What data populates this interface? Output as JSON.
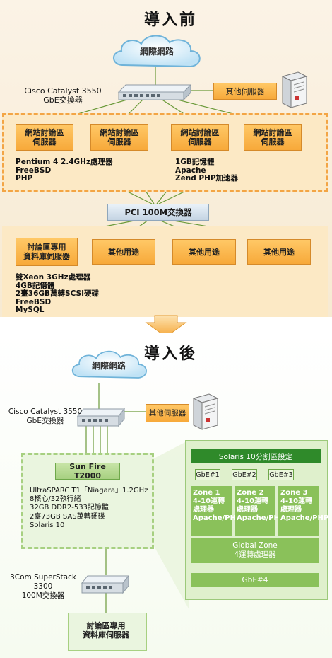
{
  "before": {
    "title": "導入前",
    "internet": "網際網路",
    "switch_label": [
      "Cisco Catalyst 3550",
      "GbE交換器"
    ],
    "other_server": "其他伺服器",
    "web_servers": [
      [
        "網站討論區",
        "伺服器"
      ],
      [
        "網站討論區",
        "伺服器"
      ],
      [
        "網站討論區",
        "伺服器"
      ],
      [
        "網站討論區",
        "伺服器"
      ]
    ],
    "web_specs_left": [
      "Pentium 4 2.4GHz處理器",
      "FreeBSD",
      "PHP"
    ],
    "web_specs_right": [
      "1GB記憶體",
      "Apache",
      "Zend PHP加速器"
    ],
    "pci_switch": "PCI 100M交換器",
    "db_servers": [
      [
        "討論區專用",
        "資料庫伺服器"
      ],
      [
        "其他用途"
      ],
      [
        "其他用途"
      ],
      [
        "其他用途"
      ]
    ],
    "db_specs": [
      "雙Xeon 3GHz處理器",
      "4GB記憶體",
      "2臺36GB萬轉SCSI硬碟",
      "FreeBSD",
      "MySQL"
    ]
  },
  "after": {
    "title": "導入後",
    "internet": "網際網路",
    "switch_label": [
      "Cisco Catalyst 3550",
      "GbE交換器"
    ],
    "other_server": "其他伺服器",
    "sun_box": "Sun Fire T2000",
    "sun_specs": [
      "UltraSPARC T1「Niagara」1.2GHz",
      "8核心/32執行緒",
      "32GB DDR2-533記憶體",
      "2臺73GB SAS萬轉硬碟",
      "Solaris 10"
    ],
    "panel_title": "Solaris 10分割區設定",
    "gbe_ports": [
      "GbE#1",
      "GbE#2",
      "GbE#3"
    ],
    "zones": [
      [
        "Zone 1",
        "4-10運轉",
        "處理器",
        "Apache/PHP"
      ],
      [
        "Zone 2",
        "4-10運轉",
        "處理器",
        "Apache/PHP"
      ],
      [
        "Zone 3",
        "4-10運轉",
        "處理器",
        "Apache/PHP"
      ]
    ],
    "global_zone": [
      "Global Zone",
      "4運轉處理器"
    ],
    "gbe4": "GbE#4",
    "switch2_label": [
      "3Com SuperStack 3300",
      "100M交換器"
    ],
    "db_box": [
      "討論區專用",
      "資料庫伺服器"
    ]
  },
  "colors": {
    "orange_box": "#f7a93a",
    "green_box": "#a7d081",
    "dark_green": "#2f8a2a",
    "zone_green": "#8ac15a"
  }
}
